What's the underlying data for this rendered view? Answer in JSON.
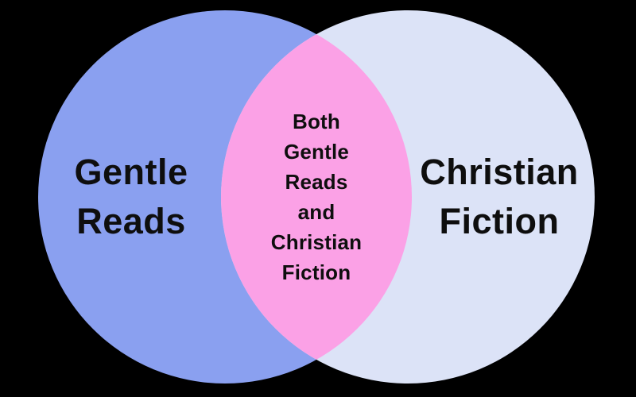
{
  "diagram": {
    "kind": "venn-two-set",
    "colors": {
      "background": "#000000",
      "left_circle": "#8AA0F0",
      "right_circle": "#DCE3F7",
      "overlap": "#FBA1E6",
      "text": "#0E0E0E"
    },
    "sets": {
      "left": {
        "name": "Gentle Reads",
        "lines": [
          "Gentle",
          "Reads"
        ]
      },
      "right": {
        "name": "Christian Fiction",
        "lines": [
          "Christian",
          "Fiction"
        ]
      },
      "overlap": {
        "name": "Both Gentle Reads and Christian Fiction",
        "lines": [
          "Both",
          "Gentle",
          "Reads",
          "and",
          "Christian",
          "Fiction"
        ]
      }
    }
  }
}
